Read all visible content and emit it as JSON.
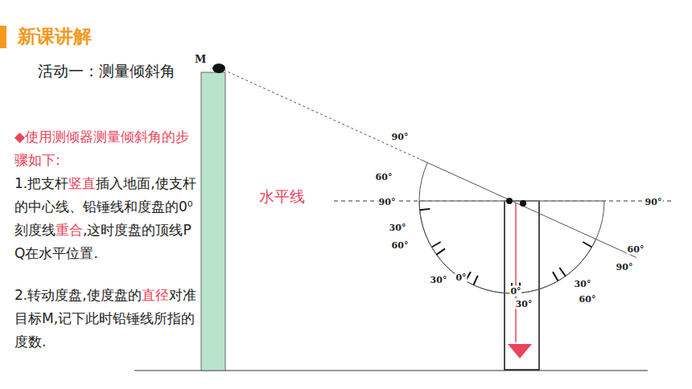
{
  "diagram": {
    "title": "新课讲解",
    "labels": [
      "活动一：测量倾斜角",
      "M",
      "◆使用测倾器测量倾斜角的步骤如下:",
      "1.把支杆",
      "竖直",
      "插入地面,使支杆的中心线、铅锤线和度盘的0⁰刻度线",
      "重合",
      ",这时度盘的顶线PQ在水平位置.",
      "2.转动度盘,使度盘的",
      "直径",
      "对准目标M,记下此时铅锤线所指的度数.",
      "水平线",
      "90°",
      "60°",
      "90°",
      "30°",
      "60°",
      "30°",
      "0°",
      "0°",
      "30°",
      "30°",
      "60°",
      "60°",
      "90°",
      "90°"
    ]
  }
}
